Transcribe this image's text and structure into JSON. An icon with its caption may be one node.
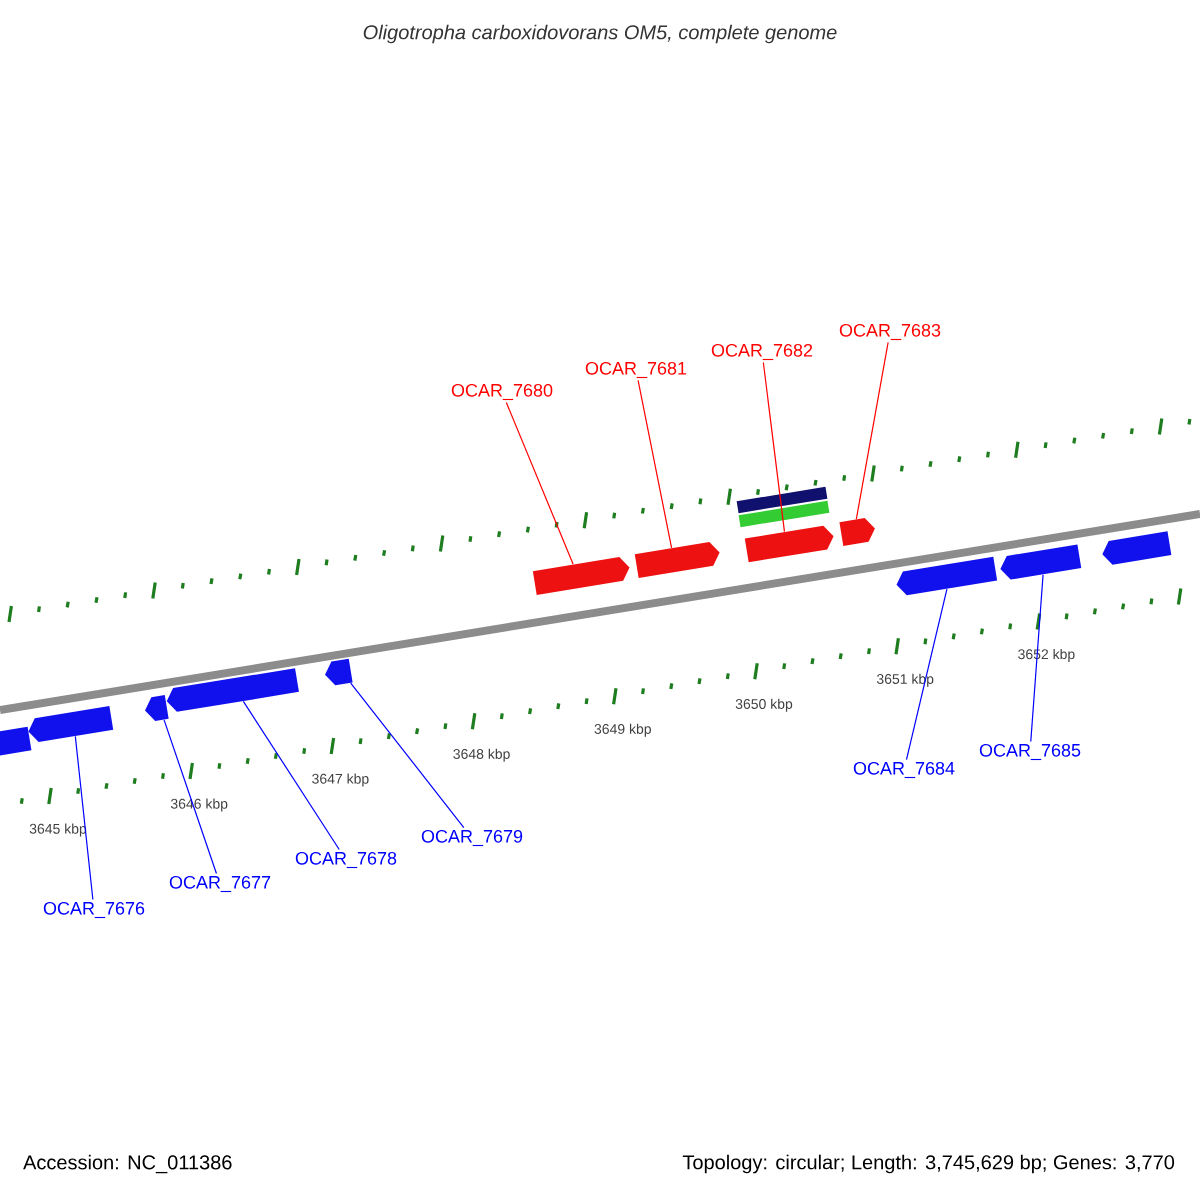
{
  "diagram": {
    "title": "Oligotropha carboxidovorans OM5, complete genome",
    "nodes": [
      {
        "text": [
          "OCAR_7680"
        ]
      },
      {
        "text": [
          "OCAR_7681"
        ]
      },
      {
        "text": [
          "OCAR_7682"
        ]
      },
      {
        "text": [
          "OCAR_7683"
        ]
      },
      {
        "text": [
          "OCAR_7676"
        ]
      },
      {
        "text": [
          "OCAR_7677"
        ]
      },
      {
        "text": [
          "OCAR_7678"
        ]
      },
      {
        "text": [
          "OCAR_7679"
        ]
      },
      {
        "text": [
          "OCAR_7684"
        ]
      },
      {
        "text": [
          "OCAR_7685"
        ]
      },
      {
        "text": [],
        "shape": "arrow"
      },
      {
        "text": [],
        "shape": "arrow"
      },
      {
        "text": [],
        "shape": "arrow"
      },
      {
        "text": [],
        "shape": "arrow"
      },
      {
        "text": [],
        "shape": "bar"
      },
      {
        "text": [],
        "shape": "bar"
      },
      {
        "text": [],
        "shape": "arrow"
      },
      {
        "text": [],
        "shape": "arrow"
      },
      {
        "text": [],
        "shape": "arrow"
      },
      {
        "text": [],
        "shape": "arrow"
      },
      {
        "text": [],
        "shape": "arrow"
      },
      {
        "text": [],
        "shape": "arrow"
      },
      {
        "text": [],
        "shape": "arrow"
      },
      {
        "text": [],
        "shape": "arrow"
      }
    ],
    "edges": [
      {
        "from": 0,
        "to": 10,
        "arrow": "none",
        "color": "#ff0000"
      },
      {
        "from": 1,
        "to": 11,
        "arrow": "none",
        "color": "#ff0000"
      },
      {
        "from": 2,
        "to": 12,
        "arrow": "none",
        "color": "#ff0000"
      },
      {
        "from": 3,
        "to": 13,
        "arrow": "none",
        "color": "#ff0000"
      },
      {
        "from": 4,
        "to": 17,
        "arrow": "none"
      },
      {
        "from": 5,
        "to": 18,
        "arrow": "none"
      },
      {
        "from": 6,
        "to": 19,
        "arrow": "none"
      },
      {
        "from": 7,
        "to": 20,
        "arrow": "none"
      },
      {
        "from": 8,
        "to": 21,
        "arrow": "none"
      },
      {
        "from": 9,
        "to": 22,
        "arrow": "none"
      }
    ],
    "labels": [
      "3645 kbp",
      "3646 kbp",
      "3647 kbp",
      "3648 kbp",
      "3649 kbp",
      "3650 kbp",
      "3651 kbp",
      "3652 kbp",
      "Accession: NC_011386",
      "Topology: circular; Length: 3,745,629 bp; Genes: 3,770"
    ]
  }
}
